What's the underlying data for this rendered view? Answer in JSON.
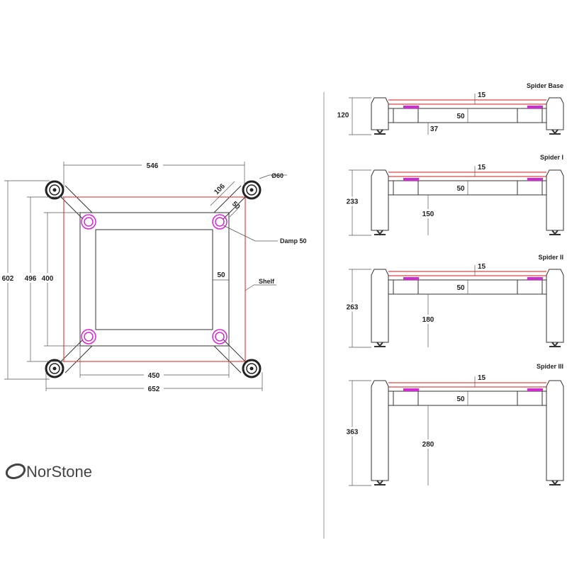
{
  "top_view": {
    "dims": {
      "d546": "546",
      "d602": "602",
      "d496": "496",
      "d400": "400",
      "d450": "450",
      "d652": "652",
      "d50": "50",
      "d106": "106",
      "d50b": "50"
    },
    "labels": {
      "foot": "Ø60",
      "damp": "Damp 50",
      "shelf": "Shelf"
    }
  },
  "side_views": [
    {
      "title": "Spider Base",
      "height": "120",
      "shelf": "15",
      "frame": "50",
      "clearance": "37"
    },
    {
      "title": "Spider I",
      "height": "233",
      "shelf": "15",
      "frame": "50",
      "clearance": "150"
    },
    {
      "title": "Spider II",
      "height": "263",
      "shelf": "15",
      "frame": "50",
      "clearance": "180"
    },
    {
      "title": "Spider III",
      "height": "363",
      "shelf": "15",
      "frame": "50",
      "clearance": "280"
    }
  ],
  "logo": {
    "text": "NorStone"
  },
  "colors": {
    "shelf": "#d84a4a",
    "damper": "#d22ad2"
  }
}
